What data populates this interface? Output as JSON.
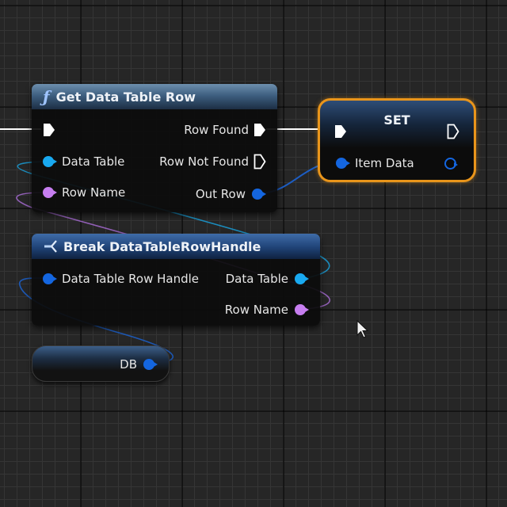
{
  "graph": {
    "type": "blueprint-event-graph"
  },
  "colors": {
    "exec_pin": "#ffffff",
    "data_table_pin": "#19a9f0",
    "row_name_pin": "#c77ef0",
    "struct_pin": "#1466e0",
    "selected_outline": "#e9951b",
    "background": "#262626"
  },
  "nodes": {
    "get_data_table_row": {
      "icon": "function-icon",
      "icon_glyph": "ƒ",
      "title": "Get Data Table Row",
      "inputs": [
        {
          "label": "",
          "type": "exec"
        },
        {
          "label": "Data Table",
          "type": "data-table"
        },
        {
          "label": "Row Name",
          "type": "name"
        }
      ],
      "outputs": [
        {
          "label": "Row Found",
          "type": "exec",
          "connected": true
        },
        {
          "label": "Row Not Found",
          "type": "exec",
          "connected": false
        },
        {
          "label": "Out Row",
          "type": "struct",
          "connected": true
        }
      ]
    },
    "set": {
      "title": "SET",
      "inputs": [
        {
          "label": "",
          "type": "exec"
        },
        {
          "label": "Item Data",
          "type": "struct"
        }
      ],
      "outputs": [
        {
          "label": "",
          "type": "exec"
        },
        {
          "label": "",
          "type": "struct"
        }
      ],
      "selected": true
    },
    "break_handle": {
      "icon": "break-struct-icon",
      "title": "Break DataTableRowHandle",
      "inputs": [
        {
          "label": "Data Table Row Handle",
          "type": "struct"
        }
      ],
      "outputs": [
        {
          "label": "Data Table",
          "type": "data-table"
        },
        {
          "label": "Row Name",
          "type": "name"
        }
      ]
    },
    "db_variable": {
      "label": "DB",
      "type": "struct"
    }
  }
}
